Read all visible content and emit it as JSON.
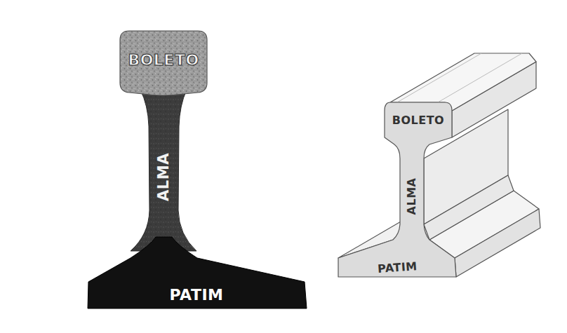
{
  "diagram": {
    "labels": [
      "BOLETO",
      "ALMA",
      "PATIM",
      "BOLETO",
      "ALMA",
      "PATIM"
    ]
  }
}
